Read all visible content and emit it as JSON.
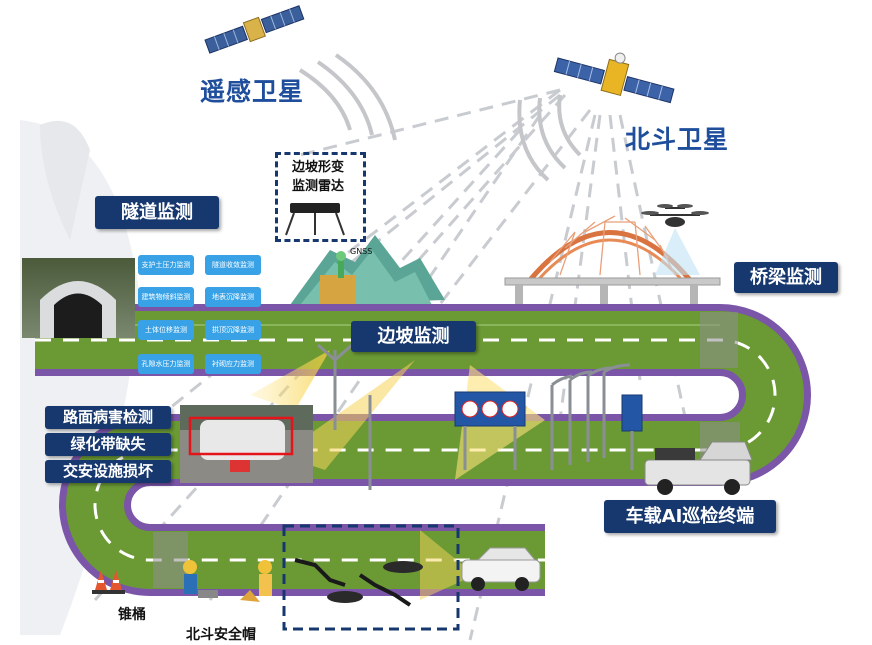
{
  "satellites": {
    "remote_sensing": "遥感卫星",
    "beidou": "北斗卫星"
  },
  "labels": {
    "slope_radar_line1": "边坡形变",
    "slope_radar_line2": "监测雷达",
    "gnss": "GNSS",
    "tunnel_monitoring": "隧道监测",
    "bridge_monitoring": "桥梁监测",
    "slope_monitoring": "边坡监测",
    "road_disease": "路面病害检测",
    "green_belt": "绿化带缺失",
    "traffic_facility": "交安设施损坏",
    "vehicle_terminal": "车载AI巡检终端",
    "cone": "锥桶",
    "beidou_helmet": "北斗安全帽"
  },
  "tunnel_chips": [
    "支护土压力监测",
    "隧道收敛监测",
    "建筑物倾斜监测",
    "地表沉降监测",
    "土体位移监测",
    "拱顶沉降监测",
    "孔隙水压力监测",
    "衬砌应力监测"
  ],
  "colors": {
    "label_bg": "#17386e",
    "satellite_text": "#1f4e9c",
    "road_border": "#7a55a8",
    "road_surface": "#6b9a35",
    "chip_bg": "#39a2e6"
  }
}
